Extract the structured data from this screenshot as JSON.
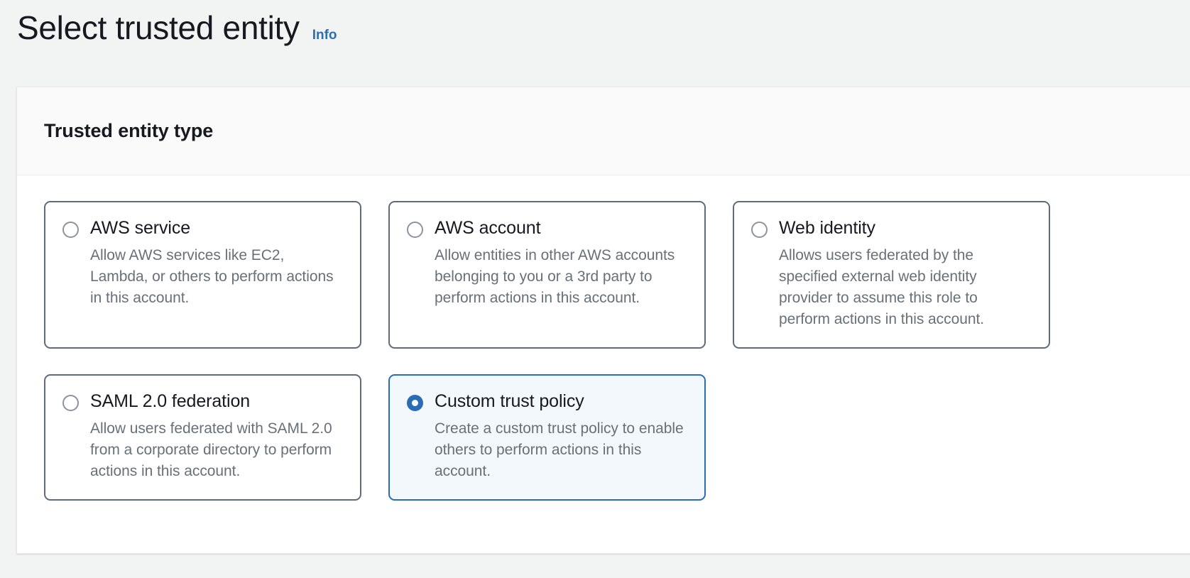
{
  "page": {
    "title": "Select trusted entity",
    "info_label": "Info"
  },
  "panel": {
    "header_title": "Trusted entity type"
  },
  "colors": {
    "accent_blue": "#2a6cb5",
    "link_blue": "#2f6fb0",
    "selected_tile_background": "#f3f8fd",
    "tile_border": "#5f6b7a",
    "page_background": "#f2f3f3",
    "panel_header_background": "#fafafa",
    "description_text": "#687078",
    "title_text": "#16191f"
  },
  "trusted_entity_options": [
    {
      "id": "aws-service",
      "label": "AWS service",
      "description": "Allow AWS services like EC2, Lambda, or others to perform actions in this account.",
      "selected": false
    },
    {
      "id": "aws-account",
      "label": "AWS account",
      "description": "Allow entities in other AWS accounts belonging to you or a 3rd party to perform actions in this account.",
      "selected": false
    },
    {
      "id": "web-identity",
      "label": "Web identity",
      "description": "Allows users federated by the specified external web identity provider to assume this role to perform actions in this account.",
      "selected": false
    },
    {
      "id": "saml-federation",
      "label": "SAML 2.0 federation",
      "description": "Allow users federated with SAML 2.0 from a corporate directory to perform actions in this account.",
      "selected": false
    },
    {
      "id": "custom-trust-policy",
      "label": "Custom trust policy",
      "description": "Create a custom trust policy to enable others to perform actions in this account.",
      "selected": true
    }
  ]
}
